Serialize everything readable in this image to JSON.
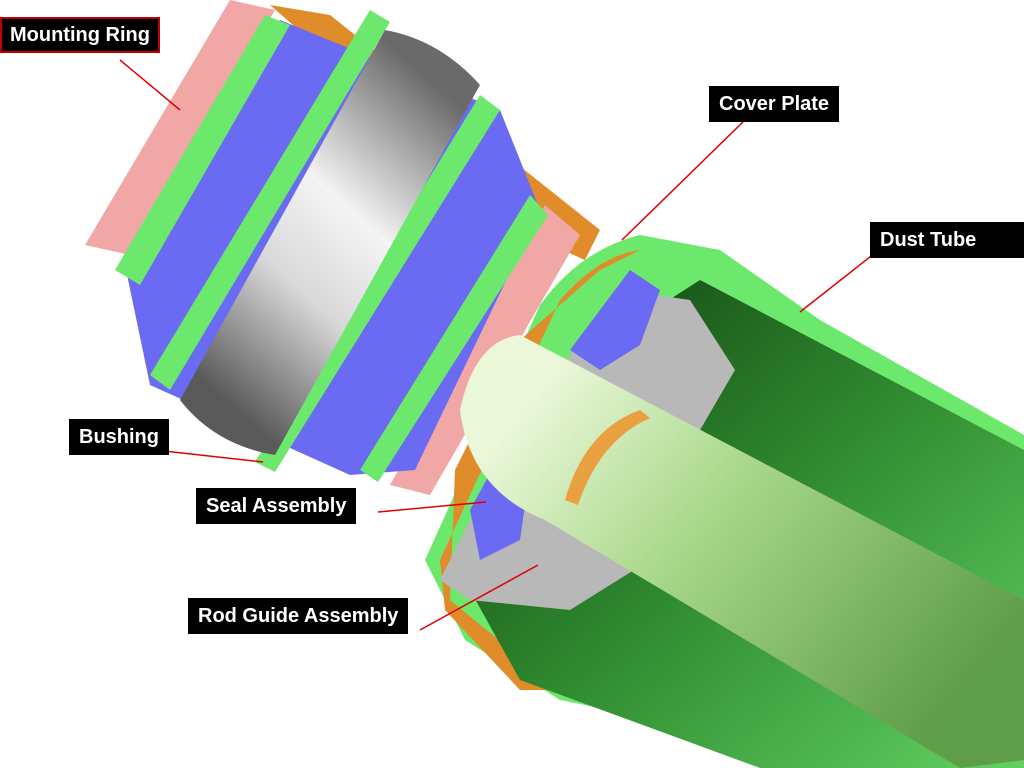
{
  "labels": {
    "mounting_ring": "Mounting Ring",
    "cover_plate": "Cover Plate",
    "dust_tube": "Dust Tube",
    "bushing": "Bushing",
    "seal_assembly": "Seal Assembly",
    "rod_guide_assembly": "Rod Guide Assembly"
  },
  "colors": {
    "mounting_ring": "#f2a7a7",
    "bushing": "#6a6af2",
    "green_band": "#6ce86c",
    "pin_gray": "#9a9a9a",
    "orange_cover": "#e8902a",
    "tube_green": "#a8d88a",
    "leader_line": "#e00000"
  }
}
